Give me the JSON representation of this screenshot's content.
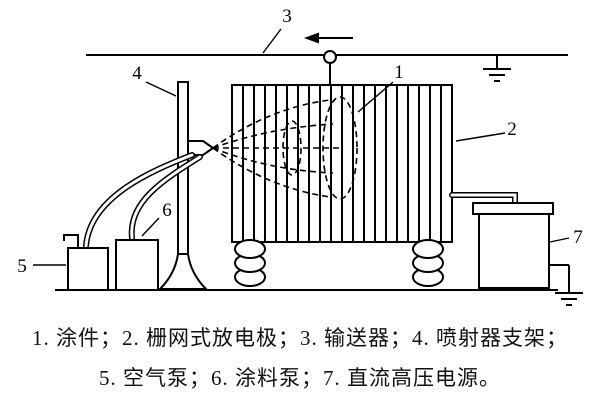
{
  "figure": {
    "callouts": {
      "c1": "1",
      "c2": "2",
      "c3": "3",
      "c4": "4",
      "c5": "5",
      "c6": "6",
      "c7": "7"
    },
    "caption": {
      "line1": "1. 涂件；2. 栅网式放电极；3. 输送器；4. 喷射器支架；",
      "line2": "5. 空气泵；6. 涂料泵；7. 直流高压电源。"
    },
    "legend": [
      {
        "num": "1",
        "term": "涂件"
      },
      {
        "num": "2",
        "term": "栅网式放电极"
      },
      {
        "num": "3",
        "term": "输送器"
      },
      {
        "num": "4",
        "term": "喷射器支架"
      },
      {
        "num": "5",
        "term": "空气泵"
      },
      {
        "num": "6",
        "term": "涂料泵"
      },
      {
        "num": "7",
        "term": "直流高压电源"
      }
    ],
    "colors": {
      "ink": "#000000",
      "background": "#ffffff"
    }
  }
}
